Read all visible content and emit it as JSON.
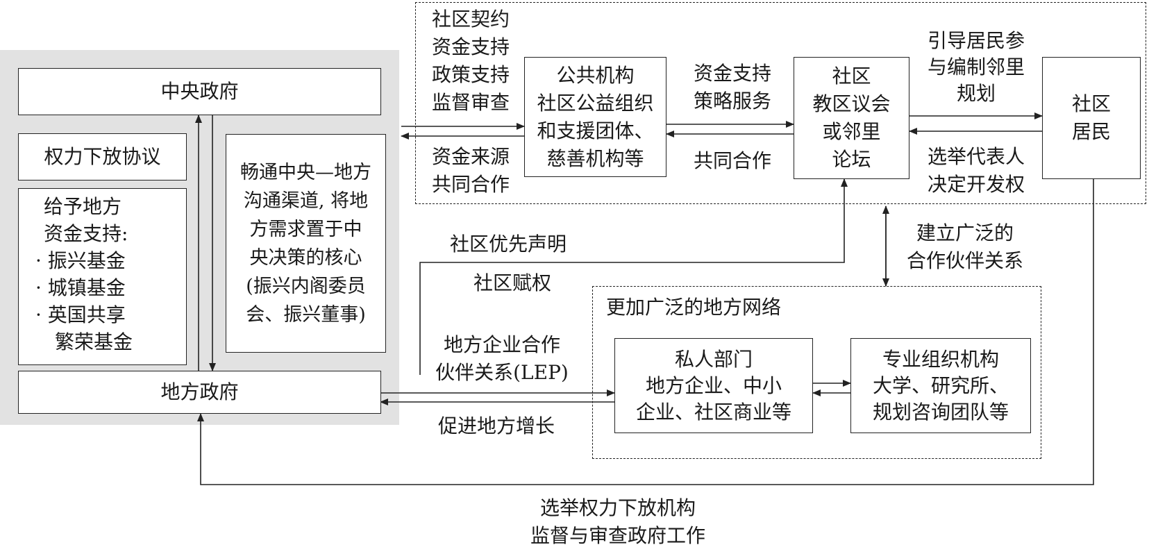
{
  "nodes": {
    "central_gov": "中央政府",
    "devolution": "权力下放协议",
    "funding": [
      "给予地方",
      "资金支持:",
      "· 振兴基金",
      "· 城镇基金",
      "· 英国共享",
      "　繁荣基金"
    ],
    "channel": [
      "畅通中央—地方",
      "沟通渠道, 将地",
      "方需求置于中",
      "央决策的核心",
      "(振兴内阁委员",
      "会、振兴董事)"
    ],
    "local_gov": "地方政府",
    "public_org": [
      "公共机构",
      "社区公益组织",
      "和支援团体、",
      "慈善机构等"
    ],
    "parish": [
      "社区",
      "教区议会",
      "或邻里",
      "论坛"
    ],
    "residents": [
      "社区",
      "居民"
    ],
    "private": [
      "私人部门",
      "地方企业、中小",
      "企业、社区商业等"
    ],
    "professional": [
      "专业组织机构",
      "大学、研究所、",
      "规划咨询团队等"
    ]
  },
  "groups": {
    "wider_network": "更加广泛的地方网络"
  },
  "edges": {
    "gov_to_public": [
      "社区契约",
      "资金支持",
      "政策支持",
      "监督审查"
    ],
    "public_to_gov": [
      "资金来源",
      "共同合作"
    ],
    "public_to_parish": [
      "资金支持",
      "策略服务"
    ],
    "parish_to_public": "共同合作",
    "parish_to_residents": [
      "引导居民参",
      "与编制邻里",
      "规划"
    ],
    "residents_to_parish": [
      "选举代表人",
      "决定开发权"
    ],
    "partnership": [
      "建立广泛的",
      "合作伙伴关系"
    ],
    "priority": "社区优先声明",
    "empower": "社区赋权",
    "lep": [
      "地方企业合作",
      "伙伴关系(LEP)"
    ],
    "growth": "促进地方增长",
    "oversight": [
      "选举权力下放机构",
      "监督与审查政府工作"
    ]
  }
}
